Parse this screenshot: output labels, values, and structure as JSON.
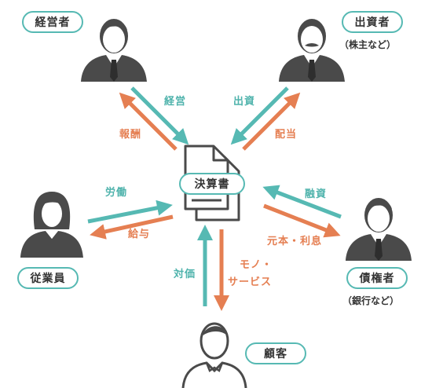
{
  "colors": {
    "teal": "#56b9b3",
    "orange": "#e57f52",
    "person": "#4a4a4a",
    "doc": "#4a4a4a"
  },
  "center": {
    "label": "決算書",
    "icon": "document-stack"
  },
  "parties": {
    "manager": {
      "label": "経営者"
    },
    "investor": {
      "label": "出資者",
      "note": "（株主など）"
    },
    "employee": {
      "label": "従業員"
    },
    "creditor": {
      "label": "債権者",
      "note": "（銀行など）"
    },
    "customer": {
      "label": "顧客"
    }
  },
  "flows": {
    "manager_in": "経営",
    "manager_out": "報酬",
    "investor_in": "出資",
    "investor_out": "配当",
    "employee_in": "労働",
    "employee_out": "給与",
    "creditor_in": "融資",
    "creditor_out": "元本・利息",
    "customer_in": "対価",
    "customer_out_1": "モノ・",
    "customer_out_2": "サービス"
  }
}
